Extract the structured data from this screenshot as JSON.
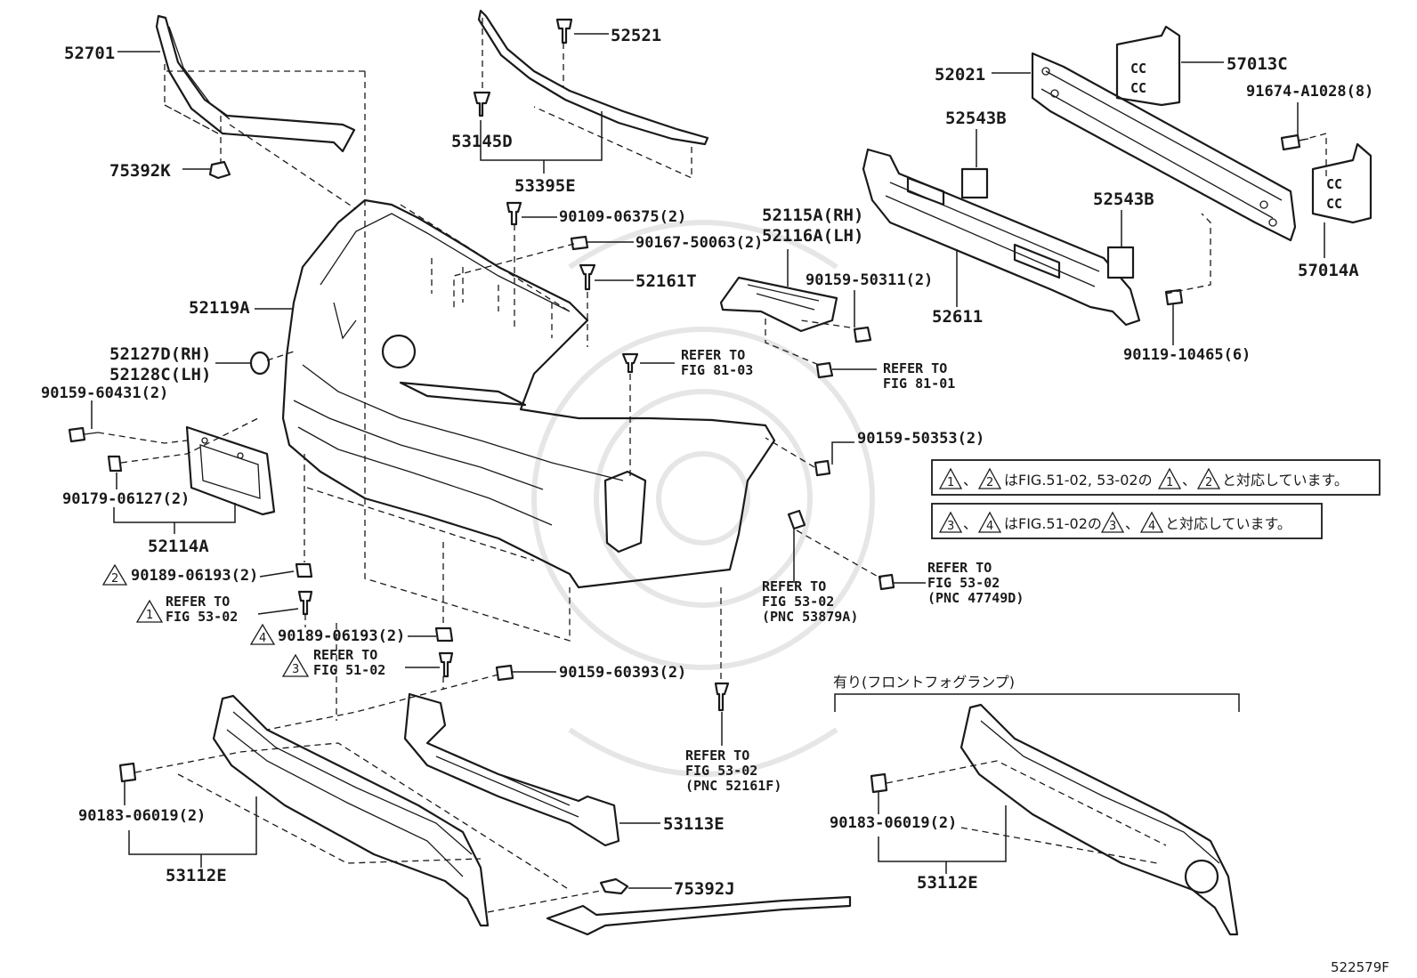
{
  "parts": {
    "p52701": "52701",
    "p52521": "52521",
    "p53145D": "53145D",
    "p53395E": "53395E",
    "p75392K": "75392K",
    "p52021": "52021",
    "p57013C": "57013C",
    "p91674": "91674-A1028(8)",
    "p52543B_a": "52543B",
    "p52543B_b": "52543B",
    "p57014A": "57014A",
    "p52611": "52611",
    "p90119": "90119-10465(6)",
    "p90109": "90109-06375(2)",
    "p90167": "90167-50063(2)",
    "p52161T": "52161T",
    "p52115A": "52115A(RH)",
    "p52116A": "52116A(LH)",
    "p90159_50311": "90159-50311(2)",
    "p52119A": "52119A",
    "p52127D": "52127D(RH)",
    "p52128C": "52128C(LH)",
    "p90159_60431": "90159-60431(2)",
    "p90179": "90179-06127(2)",
    "p52114A": "52114A",
    "p90159_50353": "90159-50353(2)",
    "p90189_a": "90189-06193(2)",
    "p90189_b": "90189-06193(2)",
    "p90159_60393": "90159-60393(2)",
    "p90183_a": "90183-06019(2)",
    "p53112E_a": "53112E",
    "p53113E": "53113E",
    "p75392J": "75392J",
    "p90183_b": "90183-06019(2)",
    "p53112E_b": "53112E"
  },
  "refs": {
    "r8103_1": "REFER TO",
    "r8103_2": "FIG 81-03",
    "r8101_1": "REFER TO",
    "r8101_2": "FIG 81-01",
    "r5302a_1": "REFER TO",
    "r5302a_2": "FIG 53-02",
    "r5102_1": "REFER TO",
    "r5102_2": "FIG 51-02",
    "r53879_1": "REFER TO",
    "r53879_2": "FIG 53-02",
    "r53879_3": "(PNC 53879A)",
    "r47749_1": "REFER TO",
    "r47749_2": "FIG 53-02",
    "r47749_3": "(PNC 47749D)",
    "r52161F_1": "REFER TO",
    "r52161F_2": "FIG 53-02",
    "r52161F_3": "(PNC 52161F)"
  },
  "triangles": {
    "t1": "1",
    "t2": "2",
    "t3": "3",
    "t4": "4",
    "n1a": "1",
    "n1b": "2",
    "n1c": "1",
    "n1d": "2",
    "n2a": "3",
    "n2b": "4",
    "n2c": "3",
    "n2d": "4"
  },
  "notes": {
    "note1_sep": "、",
    "note1_mid": "はFIG.51-02, 53-02の",
    "note1_sep2": "、",
    "note1_end": "と対応しています。",
    "note2_sep": "、",
    "note2_mid": "はFIG.51-02の",
    "note2_sep2": "、",
    "note2_end": "と対応しています。"
  },
  "variant_label": "有り(フロントフォグランプ)",
  "figure_code": "522579F"
}
